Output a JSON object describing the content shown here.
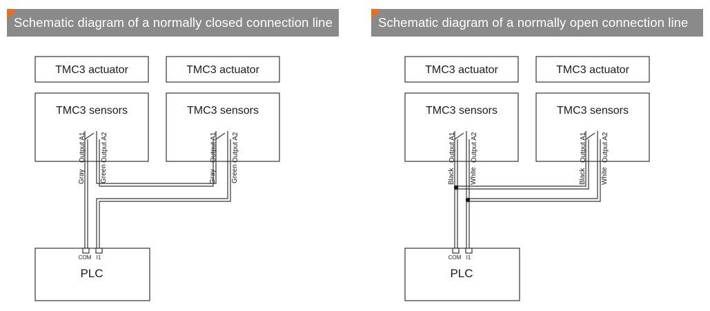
{
  "titles": {
    "left": "Schematic diagram of a normally closed connection line",
    "right": "Schematic diagram of a normally open connection line"
  },
  "labels": {
    "actuator": "TMC3 actuator",
    "sensors": "TMC3 sensors",
    "plc": "PLC",
    "output_a1": "Output A1",
    "output_a2": "Output A2",
    "com": "COM",
    "i1": "I1"
  },
  "wire_colors": {
    "left": {
      "a1": "Gray",
      "a2": "Green"
    },
    "right": {
      "a1": "Black",
      "a2": "White"
    }
  },
  "colors": {
    "title_bar": "#8a8a8a",
    "title_accent": "#ef6c1a",
    "line": "#333333"
  }
}
